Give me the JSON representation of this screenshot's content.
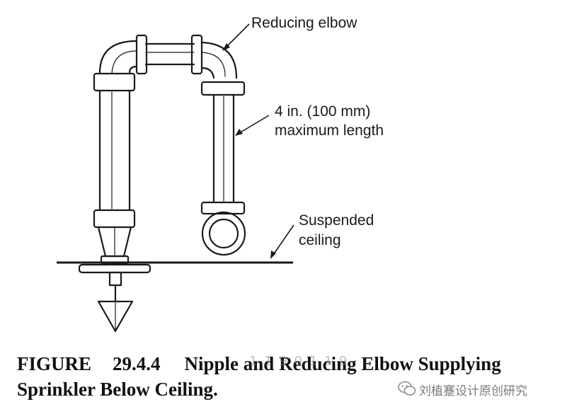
{
  "labels": {
    "reducing_elbow": "Reducing elbow",
    "max_length_1": "4 in. (100 mm)",
    "max_length_2": "maximum length",
    "ceiling_1": "Suspended",
    "ceiling_2": "ceiling"
  },
  "caption": {
    "figure": "FIGURE",
    "number": "29.4.4",
    "title_line1": "Nipple and Reducing Elbow Supplying",
    "title_line2": "Sprinkler Below Ceiling."
  },
  "watermark": {
    "overlay": "1 1 9 0 1 1 9",
    "source": "刘植蹇设计原创研究",
    "icon": "wechat-icon"
  },
  "colors": {
    "stroke": "#1a1a1a",
    "background": "#ffffff"
  }
}
